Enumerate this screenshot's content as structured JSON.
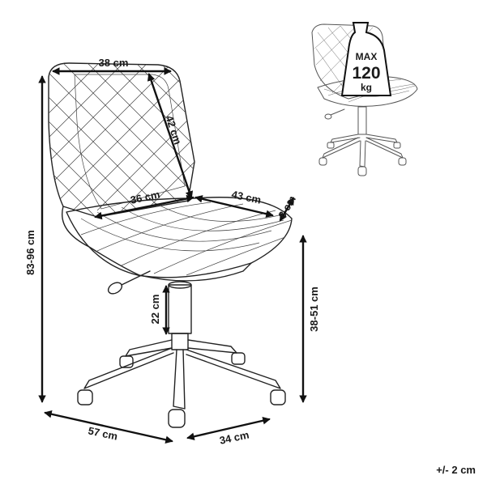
{
  "dimensions": {
    "back_width": "38 cm",
    "back_height": "42 cm",
    "seat_depth": "36 cm",
    "seat_width": "43 cm",
    "seat_thickness": "8 cm",
    "total_height": "83-96 cm",
    "seat_height": "38-51 cm",
    "gas_lift": "22 cm",
    "base_width": "57 cm",
    "base_depth": "34 cm"
  },
  "load_badge": {
    "line1": "MAX",
    "line2": "120",
    "line3": "kg"
  },
  "tolerance": "+/- 2 cm",
  "colors": {
    "line": "#222222",
    "background": "#ffffff"
  }
}
